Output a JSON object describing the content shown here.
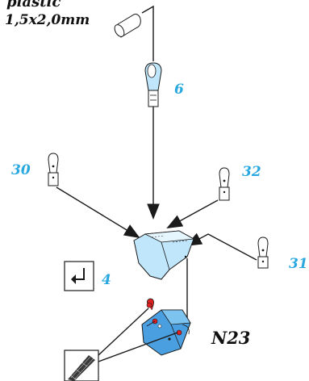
{
  "material": {
    "line1": "plastic",
    "line2": "1,5x2,0mm"
  },
  "parts": {
    "p6": "6",
    "p30": "30",
    "p32": "32",
    "p31": "31",
    "p4": "4",
    "n23": "N23"
  },
  "colors": {
    "part_number": "#29a8e0",
    "part_fill": "#bfe6fb",
    "button_blue": "#4a9fe0",
    "pin_red": "#e02020"
  },
  "icons": {
    "tool_box": "rotate-arrow-icon",
    "texture_box": "mesh-texture-icon",
    "material_roll": "plastic-roll-icon"
  }
}
